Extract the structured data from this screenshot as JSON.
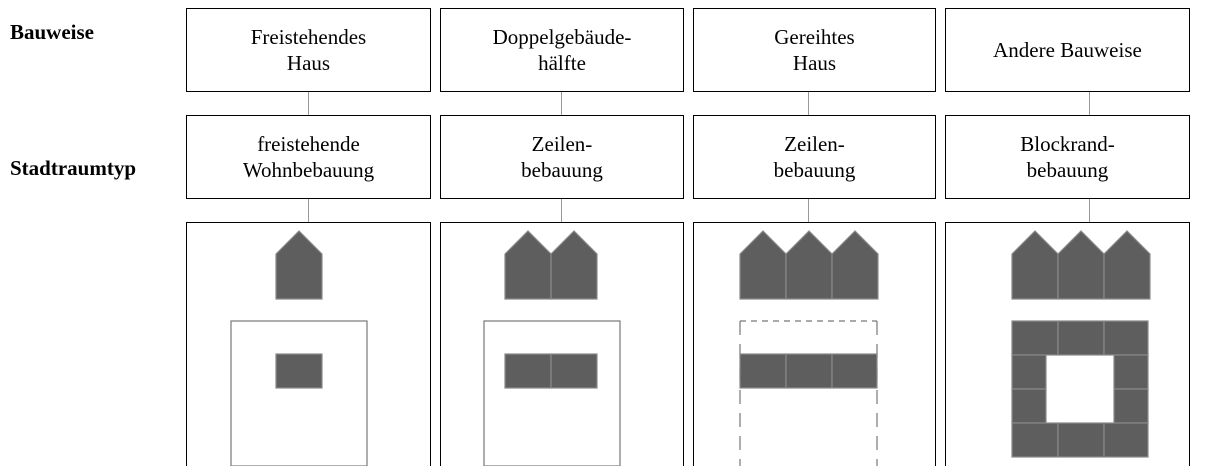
{
  "row_labels": {
    "bauweise": "Bauweise",
    "stadtraumtyp": "Stadtraumtyp"
  },
  "columns": [
    {
      "bauweise": "Freistehendes\nHaus",
      "stadtraumtyp": "freistehende\nWohnbebauung",
      "houses": 1,
      "plan": "single"
    },
    {
      "bauweise": "Doppelgebäude-\nhälfte",
      "stadtraumtyp": "Zeilen-\nbebauung",
      "houses": 2,
      "plan": "double"
    },
    {
      "bauweise": "Gereihtes\nHaus",
      "stadtraumtyp": "Zeilen-\nbebauung",
      "houses": 3,
      "plan": "row"
    },
    {
      "bauweise": "Andere Bauweise",
      "stadtraumtyp": "Blockrand-\nbebauung",
      "houses": 3,
      "plan": "block"
    }
  ],
  "colors": {
    "building_fill": "#5e5e5e",
    "building_stroke": "#8a8a8a",
    "connector": "#999999",
    "plot_outline": "#777777"
  }
}
